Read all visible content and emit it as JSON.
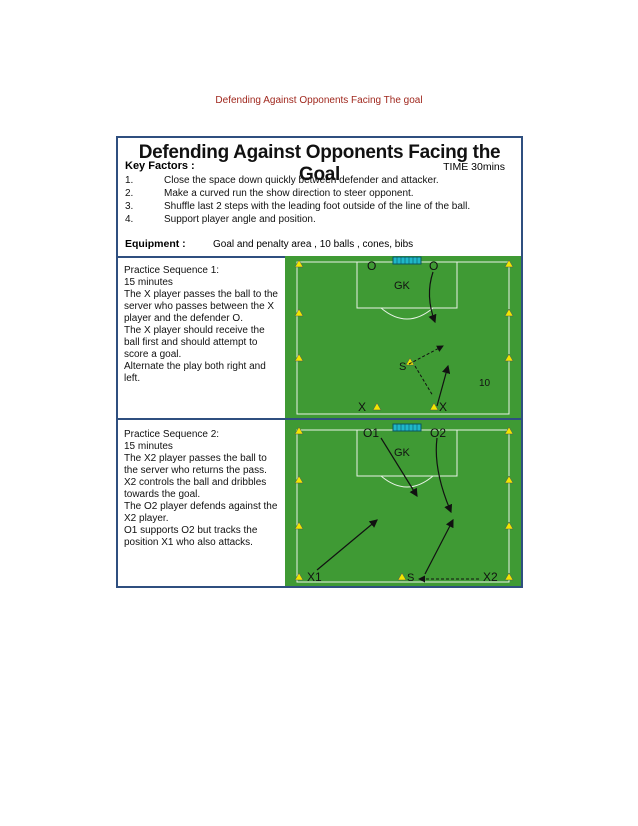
{
  "caption": "Defending Against Opponents Facing The goal",
  "card": {
    "title": "Defending Against Opponents Facing the Goal",
    "key_factors_label": "Key Factors :",
    "time": "TIME 30mins",
    "key_factors": [
      {
        "num": "1.",
        "text": "Close the space down quickly between defender and attacker."
      },
      {
        "num": "2.",
        "text": "Make a curved run the show direction to steer opponent."
      },
      {
        "num": "3.",
        "text": "Shuffle last 2 steps with the leading foot outside of the line of the ball."
      },
      {
        "num": "4.",
        "text": "Support player angle and position."
      }
    ],
    "equipment_label": "Equipment :",
    "equipment": "Goal and penalty area , 10 balls , cones, bibs"
  },
  "sequence1": {
    "lines": [
      "Practice Sequence 1:",
      "15 minutes",
      "The X player passes the ball to the",
      "server who passes between the X",
      "player and the defender O.",
      "The X player should receive the",
      "ball first and should attempt to",
      "score a goal.",
      "Alternate the play both right and",
      "left."
    ],
    "labels": {
      "o_left": "O",
      "o_right": "O",
      "gk": "GK",
      "s": "S",
      "ten": "10",
      "x_left": "X",
      "x_right": "X"
    }
  },
  "sequence2": {
    "lines": [
      "Practice Sequence 2:",
      "15 minutes",
      "The X2 player passes the ball to",
      "the server who returns the pass.",
      "X2 controls the ball and dribbles",
      "towards the goal.",
      "The O2 player defends against the",
      "X2 player.",
      "O1 supports O2 but tracks the",
      "position X1 who also attacks."
    ],
    "labels": {
      "o1": "O1",
      "o2": "O2",
      "gk": "GK",
      "x1": "X1",
      "s": "S",
      "x2": "X2"
    }
  },
  "colors": {
    "pitch": "#3f9a34",
    "border": "#2f4f7f",
    "cone": "#f2e600",
    "caption": "#a0281e"
  }
}
